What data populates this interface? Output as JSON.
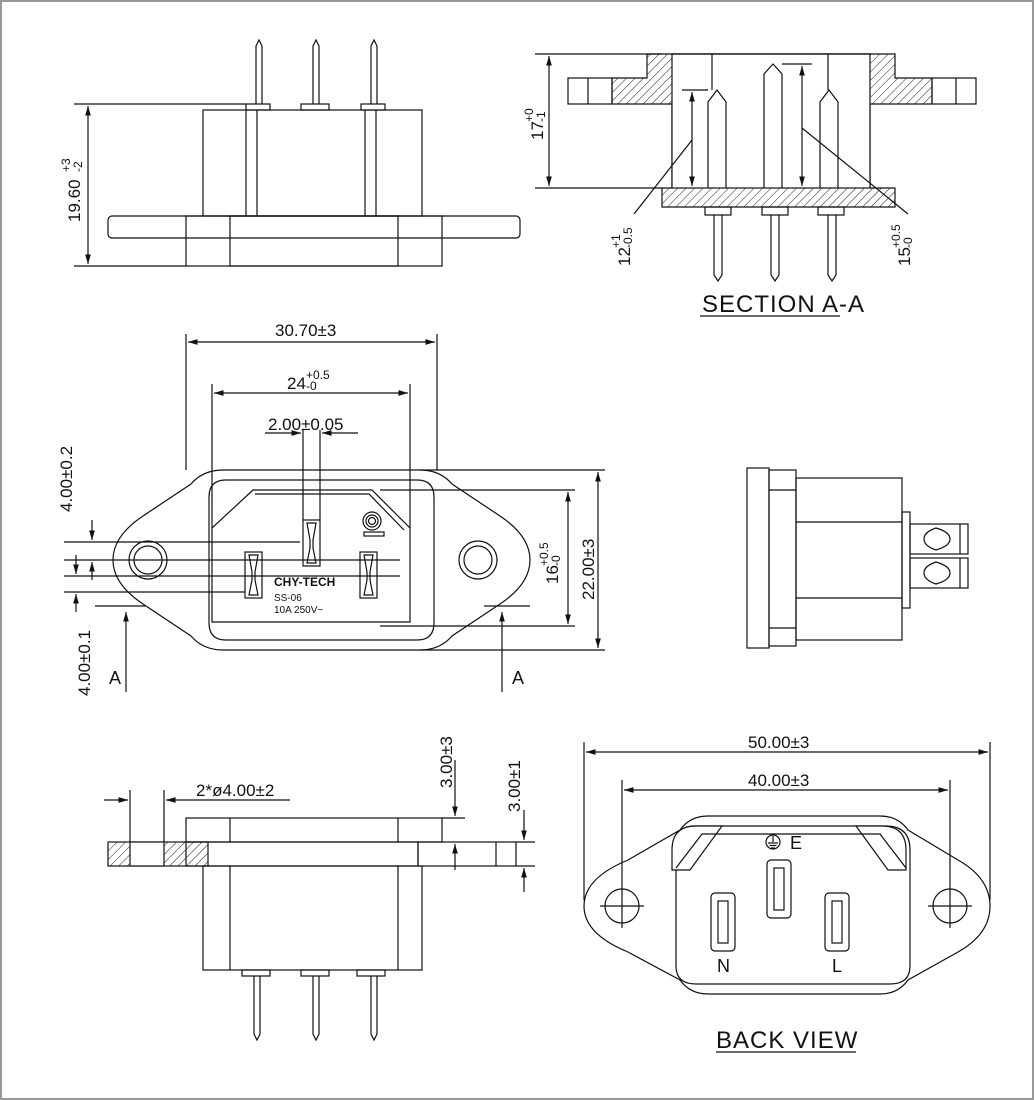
{
  "top_view": {
    "height_main": "19.60",
    "height_tol_plus": "+3",
    "height_tol_minus": "-2"
  },
  "section": {
    "title": "SECTION A-A",
    "depth_main": "17",
    "depth_tol_plus": "+0",
    "depth_tol_minus": "-1",
    "pin_short_main": "12",
    "pin_short_tol_plus": "+1",
    "pin_short_tol_minus": "-0.5",
    "pin_long_main": "15",
    "pin_long_tol_plus": "+0.5",
    "pin_long_tol_minus": "-0"
  },
  "front_view": {
    "outer_width": "30.70±3",
    "inner_width_main": "24",
    "inner_width_tol_plus": "+0.5",
    "inner_width_tol_minus": "-0",
    "pin_width": "2.00±0.05",
    "offset_top": "4.00±0.2",
    "offset_bottom": "4.00±0.1",
    "inner_height_main": "16",
    "inner_height_tol_plus": "+0.5",
    "inner_height_tol_minus": "-0",
    "outer_height": "22.00±3",
    "section_mark_left": "A",
    "section_mark_right": "A",
    "brand": "CHY-TECH",
    "model": "SS-06",
    "rating": "10A 250V~"
  },
  "side_view": {
    "hole_dia": "2*ø4.00±2",
    "flange_gap": "3.00±3",
    "flange_thickness": "3.00±1"
  },
  "back_view": {
    "title": "BACK VIEW",
    "overall_width": "50.00±3",
    "hole_spacing": "40.00±3",
    "earth_label": "E",
    "neutral_label": "N",
    "live_label": "L"
  }
}
